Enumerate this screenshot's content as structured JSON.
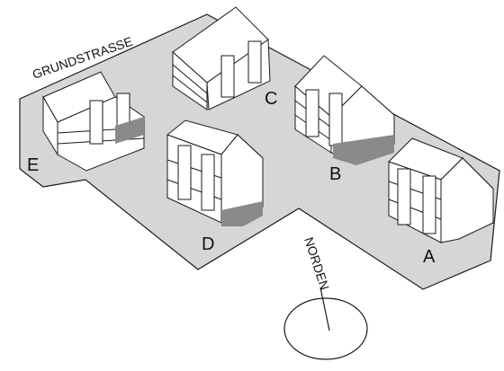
{
  "street_name": "GRUNDSTRASSE",
  "compass_label": "NORDEN",
  "buildings": [
    {
      "id": "A",
      "label": "A"
    },
    {
      "id": "B",
      "label": "B"
    },
    {
      "id": "C",
      "label": "C"
    },
    {
      "id": "D",
      "label": "D"
    },
    {
      "id": "E",
      "label": "E"
    }
  ],
  "colors": {
    "site": "#d6d6d6",
    "outline": "#1a1a1a",
    "wall": "#ffffff",
    "roof": "#ffffff",
    "shadow": "#8a8a8a"
  }
}
